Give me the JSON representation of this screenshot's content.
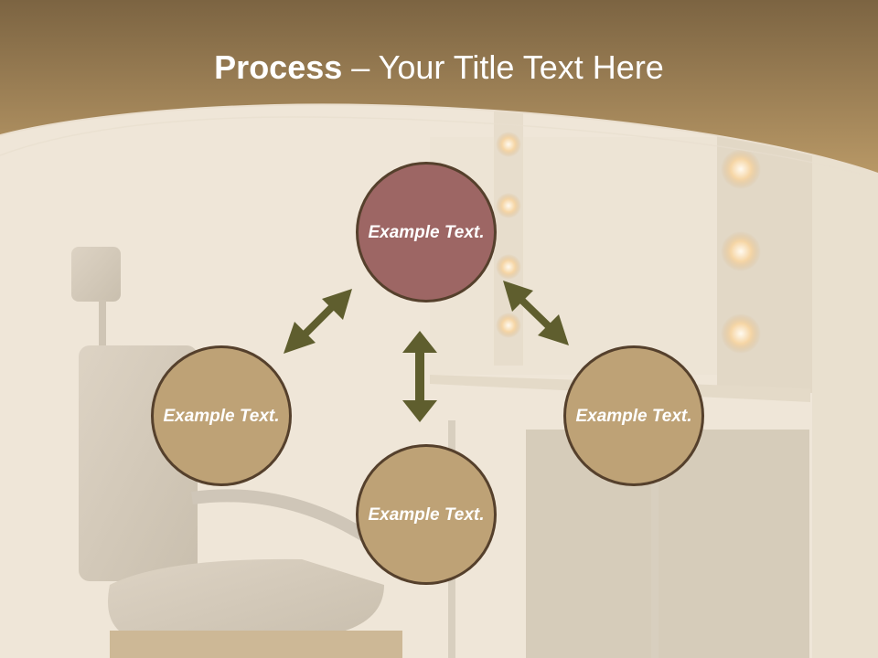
{
  "slide": {
    "title_bold": "Process",
    "title_rest": " – Your Title Text Here",
    "nodes": {
      "top": "Example Text.",
      "left": "Example Text.",
      "right": "Example Text.",
      "bottom": "Example Text."
    }
  },
  "colors": {
    "header_band": "#a58558",
    "node_fill_highlight": "#9d6664",
    "node_fill": "#bea276",
    "node_border": "#55402c",
    "arrow": "#5f5e2e",
    "background": "#efe6d8"
  }
}
